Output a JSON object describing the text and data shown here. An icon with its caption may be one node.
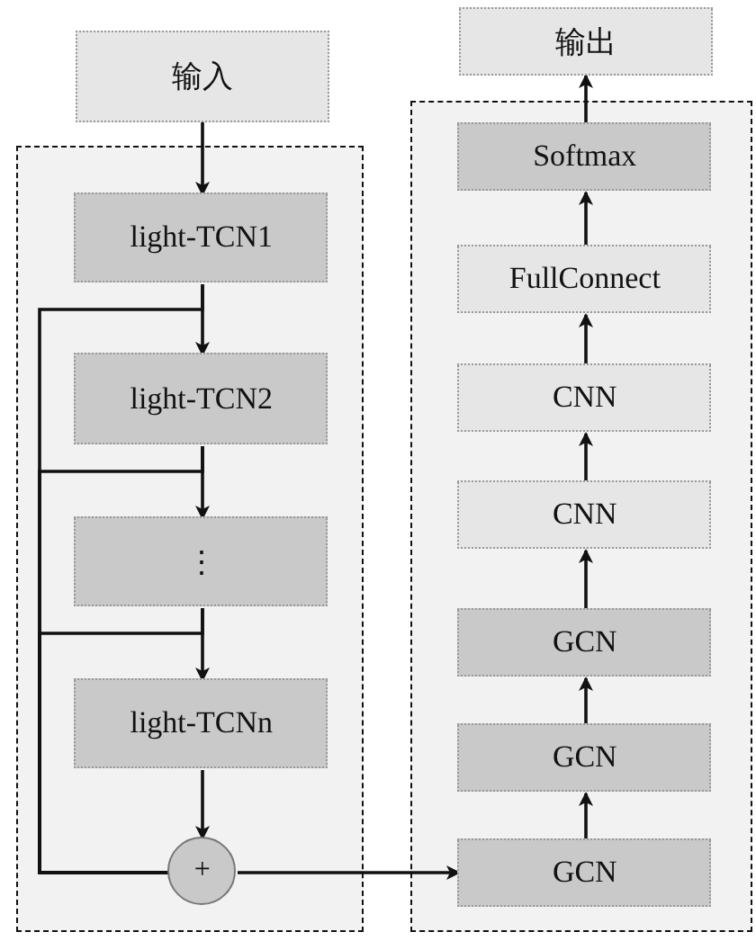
{
  "diagram": {
    "nodes": [
      {
        "text": [
          "输入"
        ]
      },
      {
        "text": [],
        "shape": "box"
      },
      {
        "text": [
          "light-TCN1"
        ],
        "in": 1
      },
      {
        "text": [
          "light-TCN2"
        ],
        "in": 1
      },
      {
        "text": [
          "⋮"
        ],
        "in": 1
      },
      {
        "text": [
          "light-TCNn"
        ],
        "in": 1
      },
      {
        "text": [
          "+"
        ],
        "in": 1
      },
      {
        "text": [
          "输出"
        ]
      },
      {
        "text": [],
        "shape": "box"
      },
      {
        "text": [
          "Softmax"
        ],
        "in": 8
      },
      {
        "text": [
          "FullConnect"
        ],
        "in": 8
      },
      {
        "text": [
          "CNN"
        ],
        "in": 8
      },
      {
        "text": [
          "CNN"
        ],
        "in": 8
      },
      {
        "text": [
          "GCN"
        ],
        "in": 8
      },
      {
        "text": [
          "GCN"
        ],
        "in": 8
      },
      {
        "text": [
          "GCN"
        ],
        "in": 8
      }
    ],
    "edges": [
      {
        "from": 0,
        "to": 2,
        "arrow": "to"
      },
      {
        "from": 2,
        "to": 3,
        "arrow": "to"
      },
      {
        "from": 3,
        "to": 4,
        "arrow": "to"
      },
      {
        "from": 4,
        "to": 5,
        "arrow": "to"
      },
      {
        "from": 5,
        "to": 6,
        "arrow": "to"
      },
      {
        "from": 2,
        "to": 6,
        "arrow": "none"
      },
      {
        "from": 3,
        "to": 6,
        "arrow": "none"
      },
      {
        "from": 4,
        "to": 6,
        "arrow": "none"
      },
      {
        "from": 6,
        "to": 15,
        "arrow": "to"
      },
      {
        "from": 15,
        "to": 14,
        "arrow": "to"
      },
      {
        "from": 14,
        "to": 13,
        "arrow": "to"
      },
      {
        "from": 13,
        "to": 12,
        "arrow": "to"
      },
      {
        "from": 12,
        "to": 11,
        "arrow": "to"
      },
      {
        "from": 11,
        "to": 10,
        "arrow": "to"
      },
      {
        "from": 10,
        "to": 9,
        "arrow": "to"
      },
      {
        "from": 9,
        "to": 7,
        "arrow": "to"
      }
    ]
  }
}
